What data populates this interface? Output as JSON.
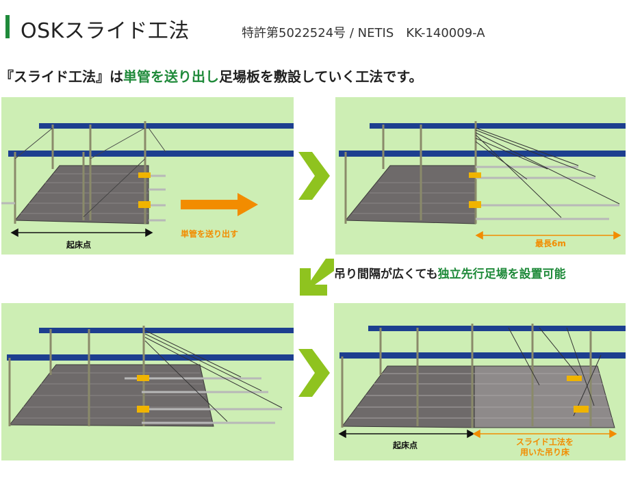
{
  "header": {
    "title": "OSKスライド工法",
    "patent": "特許第5022524号 / NETIS　KK-140009-A"
  },
  "subtitle": {
    "pre": "『スライド工法』は",
    "hl1": "単管を送り出し",
    "post": "足場板を敷設していく工法です。"
  },
  "middle_caption": {
    "pre": "吊り間隔が広くても",
    "hl": "独立先行足場を設置可能"
  },
  "panels": {
    "top_left": {
      "start_point_label": "起床点",
      "action_label": "単管を送り出す"
    },
    "top_right": {
      "max_length_label": "最長6m"
    },
    "bottom_right": {
      "start_point_label": "起床点",
      "slide_label_line1": "スライド工法を",
      "slide_label_line2": "用いた吊り床"
    }
  },
  "colors": {
    "accent_green": "#1f8a3a",
    "panel_bg": "#cdeeb4",
    "beam_blue": "#1d3f8f",
    "arrow_orange": "#f28c00",
    "arrow_lime": "#8fc31f",
    "deck_gray": "#6e6a6a"
  }
}
